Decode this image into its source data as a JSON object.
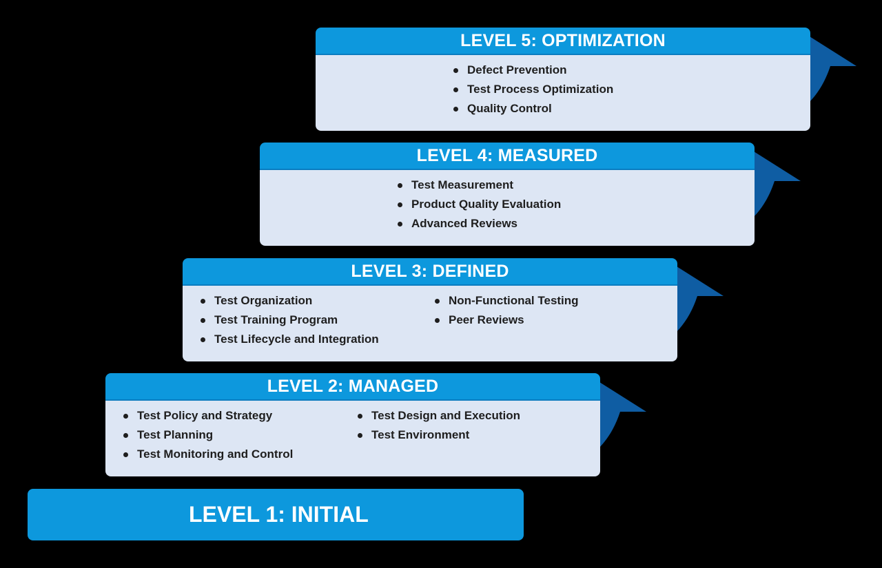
{
  "colors": {
    "background": "#000000",
    "header": "#0d98dd",
    "body": "#dde6f4",
    "arrow_dark": "#0f5da3",
    "arrow_mid": "#176eb7",
    "text": "#1e1e1e"
  },
  "levels": {
    "level5": {
      "title": "LEVEL 5: OPTIMIZATION",
      "items": [
        "Defect Prevention",
        "Test Process Optimization",
        "Quality Control"
      ]
    },
    "level4": {
      "title": "LEVEL 4: MEASURED",
      "items": [
        "Test Measurement",
        "Product Quality Evaluation",
        "Advanced Reviews"
      ]
    },
    "level3": {
      "title": "LEVEL 3: DEFINED",
      "left_items": [
        "Test Organization",
        "Test Training Program",
        "Test Lifecycle and Integration"
      ],
      "right_items": [
        "Non-Functional Testing",
        "Peer Reviews"
      ]
    },
    "level2": {
      "title": "LEVEL 2: MANAGED",
      "left_items": [
        "Test Policy and Strategy",
        "Test Planning",
        "Test Monitoring and Control"
      ],
      "right_items": [
        "Test Design and Execution",
        "Test Environment"
      ]
    },
    "level1": {
      "title": "LEVEL 1: INITIAL"
    }
  }
}
